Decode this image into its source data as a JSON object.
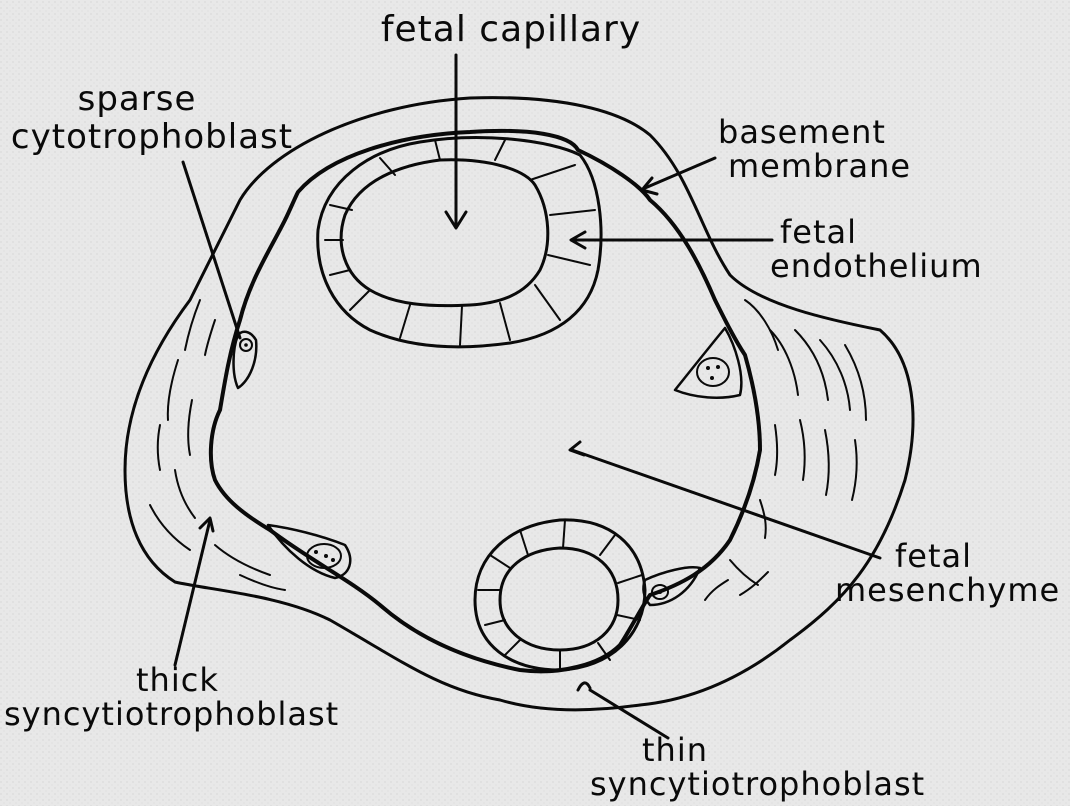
{
  "labels": {
    "fetal_capillary": [
      "fetal capillary"
    ],
    "sparse_cytotrophoblast": [
      "sparse",
      "cytotrophoblast"
    ],
    "basement_membrane": [
      "basement",
      "membrane"
    ],
    "fetal_endothelium": [
      "fetal",
      "endothelium"
    ],
    "fetal_mesenchyme": [
      "fetal",
      "mesenchyme"
    ],
    "thick_syncytiotrophoblast": [
      "thick",
      "syncytiotrophoblast"
    ],
    "thin_syncytiotrophoblast": [
      "thin",
      "syncytiotrophoblast"
    ]
  },
  "colors": {
    "ink": "#0a0a0a",
    "paper": "#e8e8e8"
  }
}
